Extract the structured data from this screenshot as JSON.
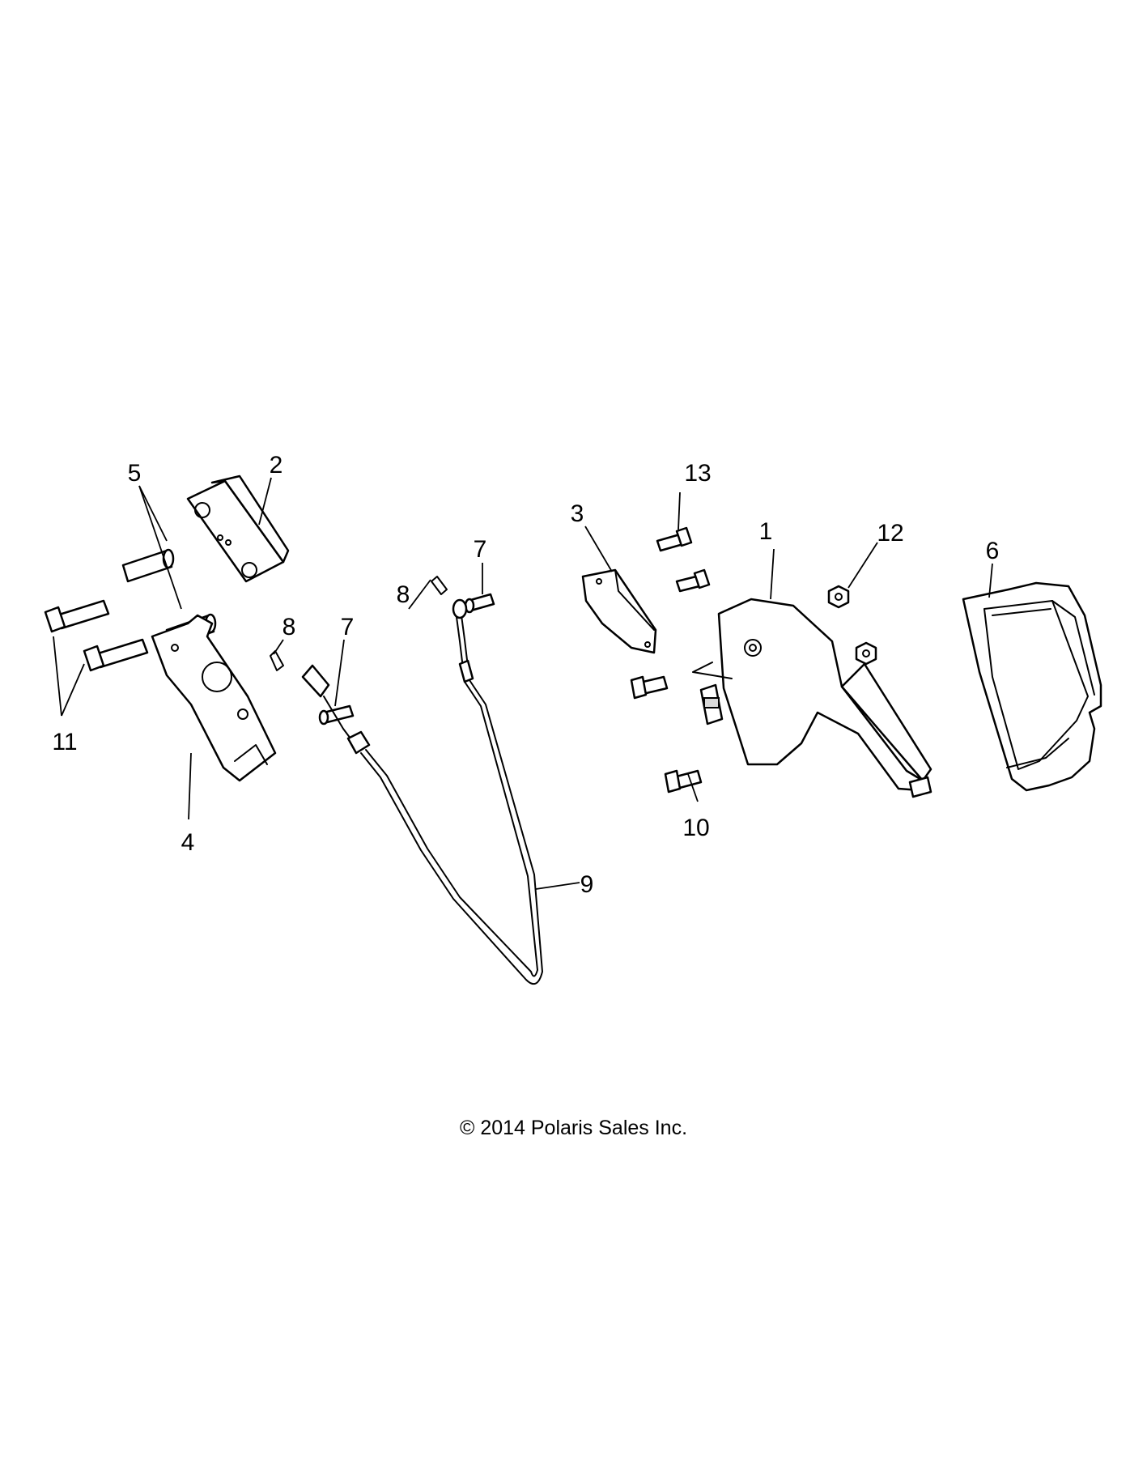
{
  "callouts": {
    "c1": "1",
    "c2": "2",
    "c3": "3",
    "c4": "4",
    "c5": "5",
    "c6": "6",
    "c7a": "7",
    "c7b": "7",
    "c8a": "8",
    "c8b": "8",
    "c9": "9",
    "c10": "10",
    "c11": "11",
    "c12": "12",
    "c13": "13"
  },
  "copyright": "© 2014 Polaris Sales Inc."
}
